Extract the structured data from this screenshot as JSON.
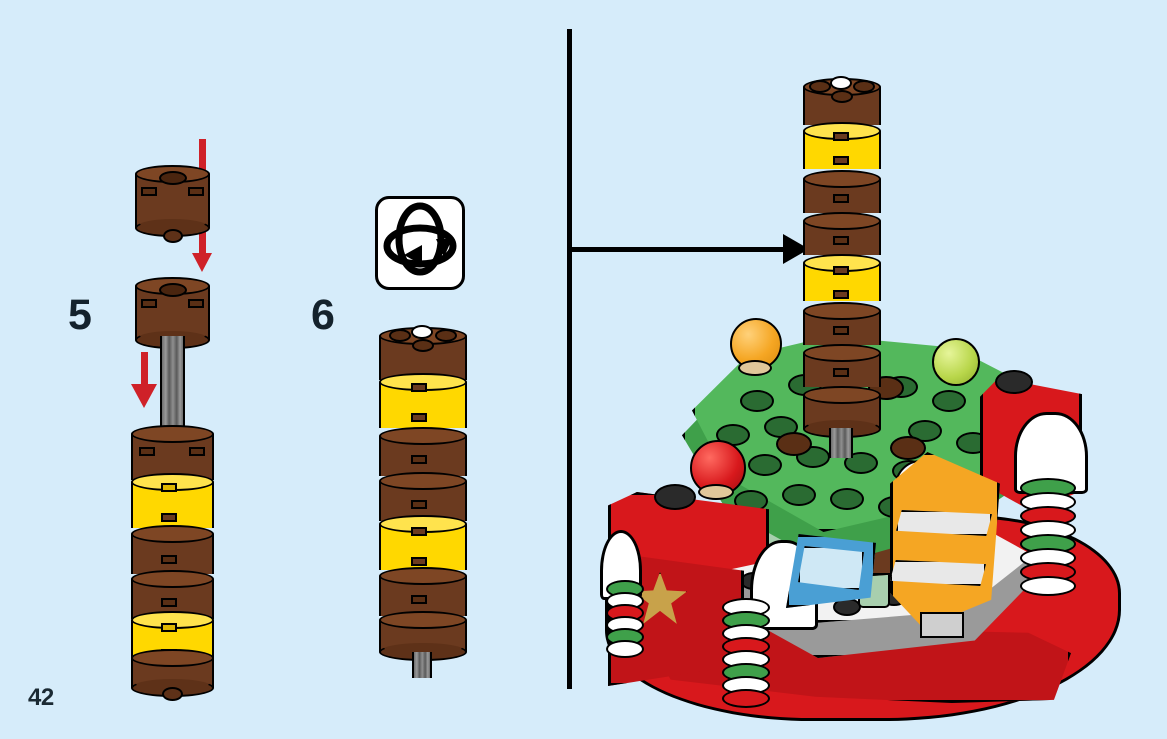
{
  "page": {
    "number": "42",
    "background_color": "#d6ecfa",
    "kind": "lego-building-instructions"
  },
  "steps": [
    {
      "id": "step-5",
      "number": "5",
      "description": "Insert brown round bricks onto the axle to build the tower"
    },
    {
      "id": "step-6",
      "number": "6",
      "description": "Completed tower sub-assembly, rotate model"
    }
  ],
  "icons": {
    "rotate_model": "rotate-model-icon",
    "transfer_arrow": "arrow-right-icon"
  },
  "colors": {
    "background": "#d6ecfa",
    "brown": "#6b3a1f",
    "brown_dark": "#52290f",
    "brown_light": "#7e4624",
    "yellow": "#ffd800",
    "yellow_dark": "#e0b800",
    "red_arrow": "#cf2128",
    "green": "#3fa04a",
    "green_dark": "#2f7f39",
    "green_light": "#53b85c",
    "red": "#d8181c",
    "red_dark": "#a8100f",
    "white": "#ffffff",
    "gray": "#9a9a9a",
    "gray_dark": "#6e6e6e",
    "tan": "#e0c79a",
    "orange_ball": "#f5a623",
    "lime_ball": "#b8d64a",
    "outline": "#000000"
  },
  "step5": {
    "label": "5",
    "parts": [
      {
        "name": "round-brick-brown-top",
        "color": "#6b3a1f"
      },
      {
        "name": "round-brick-brown-middle",
        "color": "#6b3a1f"
      },
      {
        "name": "axle-gray",
        "color": "#8f8f8f"
      },
      {
        "name": "tower-column",
        "color": "#6b3a1f",
        "bands": "yellow"
      }
    ],
    "arrows": [
      {
        "name": "insert-arrow-top",
        "direction": "down",
        "color": "#cf2128"
      },
      {
        "name": "insert-arrow-middle",
        "direction": "down",
        "color": "#cf2128"
      },
      {
        "name": "insert-arrow-side",
        "direction": "down",
        "color": "#cf2128"
      }
    ]
  },
  "step6": {
    "label": "6",
    "rotate_icon_label": "rotate-model-icon",
    "parts": [
      {
        "name": "completed-tower",
        "color": "#6b3a1f",
        "bands": "yellow"
      }
    ]
  },
  "main_model": {
    "name": "christmas-market-tree-assembly",
    "elements": [
      {
        "name": "tree-trunk-tower",
        "color": "#6b3a1f"
      },
      {
        "name": "tree-canopy-plates",
        "color": "#3fa04a"
      },
      {
        "name": "ornament-ball-orange",
        "color": "#f5a623"
      },
      {
        "name": "ornament-ball-red",
        "color": "#d8181c"
      },
      {
        "name": "ornament-ball-lime",
        "color": "#b8d64a"
      },
      {
        "name": "ornament-ball-white",
        "color": "#ffffff"
      },
      {
        "name": "market-stall-red",
        "color": "#d8181c"
      },
      {
        "name": "market-stall-awning-white",
        "color": "#ffffff"
      },
      {
        "name": "candy-cane-column",
        "color": "#d8181c"
      },
      {
        "name": "base-plate-red-curved",
        "color": "#d8181c"
      },
      {
        "name": "platform-gray",
        "color": "#9a9a9a"
      },
      {
        "name": "market-stall-orange",
        "color": "#f5a623"
      },
      {
        "name": "window-blue",
        "color": "#4a9fd4"
      },
      {
        "name": "gold-star-decoration",
        "color": "#c8a24a"
      },
      {
        "name": "bottle-green",
        "color": "#a8cfae"
      },
      {
        "name": "crate-tan",
        "color": "#e0c79a"
      }
    ]
  }
}
